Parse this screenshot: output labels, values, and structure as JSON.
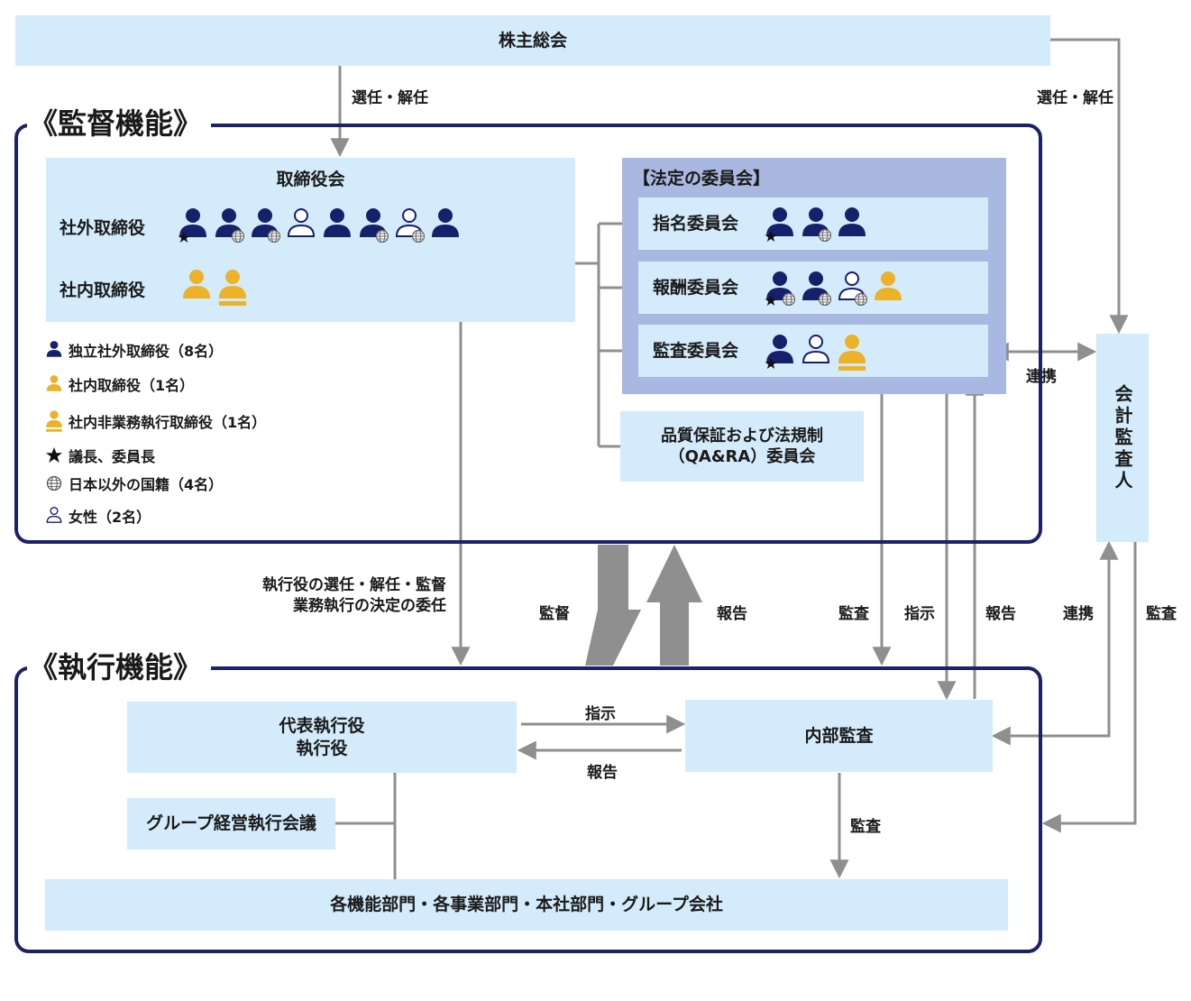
{
  "shareholders": {
    "label": "株主総会"
  },
  "supervision": {
    "title": "《監督機能》",
    "board": {
      "title": "取締役会",
      "outside_label": "社外取締役",
      "inside_label": "社内取締役"
    },
    "statutory": {
      "title": "【法定の委員会】",
      "nomination": "指名委員会",
      "compensation": "報酬委員会",
      "audit": "監査委員会"
    },
    "qara": {
      "line1": "品質保証および法規制",
      "line2": "（QA&RA）委員会"
    },
    "legend": {
      "independent": "独立社外取締役（8名）",
      "inside": "社内取締役（1名）",
      "non_exec": "社内非業務執行取締役（1名）",
      "chair": "議長、委員長",
      "foreign": "日本以外の国籍（4名）",
      "female": "女性（2名）"
    }
  },
  "auditor": {
    "label": "会計監査人"
  },
  "execution": {
    "title": "《執行機能》",
    "officers": {
      "line1": "代表執行役",
      "line2": "執行役"
    },
    "internal_audit": "内部監査",
    "group_meeting": "グループ経営執行会議",
    "departments": "各機能部門・各事業部門・本社部門・グループ会社"
  },
  "arrows": {
    "elect_dismiss_left": "選任・解任",
    "elect_dismiss_right": "選任・解任",
    "exec_line1": "執行役の選任・解任・監督",
    "exec_line2": "業務執行の決定の委任",
    "supervise": "監督",
    "report_big": "報告",
    "audit1": "監査",
    "instruct1": "指示",
    "report1": "報告",
    "cooperate1": "連携",
    "audit2": "監査",
    "cooperate2": "連携",
    "instruct2": "指示",
    "report2": "報告",
    "audit3": "監査"
  },
  "colors": {
    "box": "#d3ebfa",
    "statutory_bg": "#a9b8e0",
    "frame": "#1b2266",
    "navy_person": "#17206b",
    "gold_person": "#ebb22a",
    "arrow": "#8f8f8f"
  }
}
